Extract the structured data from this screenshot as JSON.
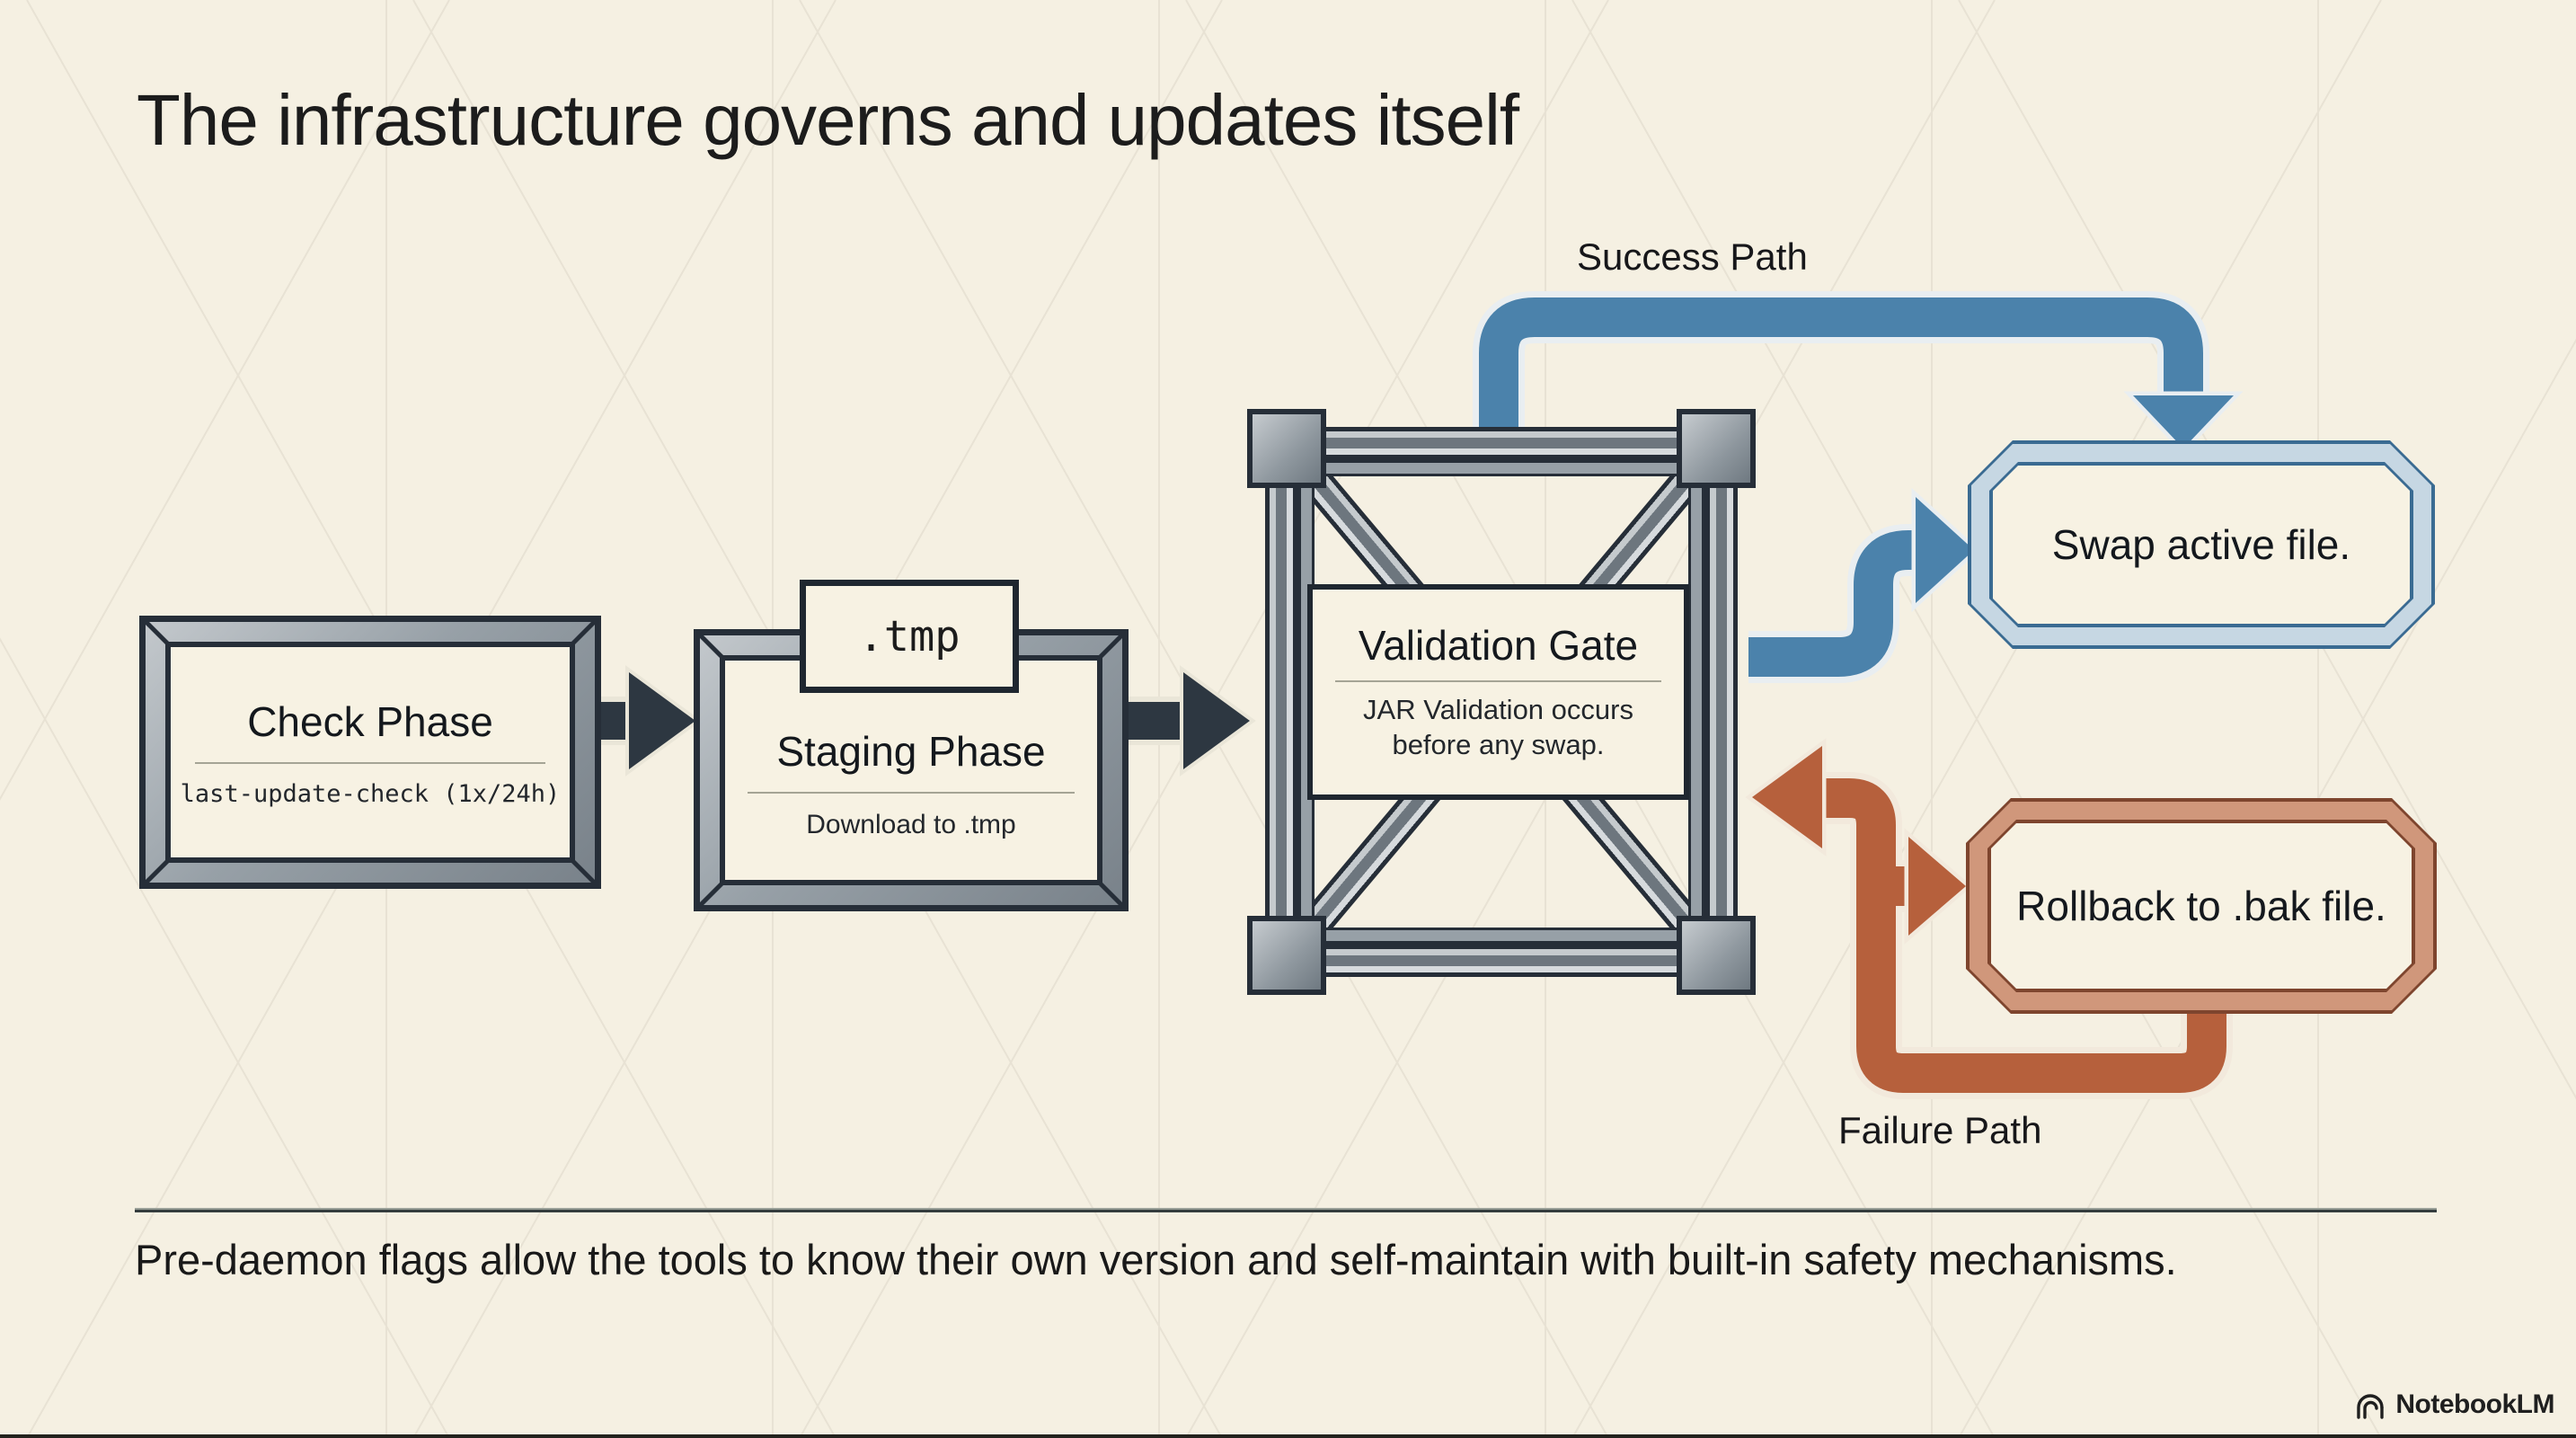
{
  "title": "The infrastructure governs and updates itself",
  "nodes": {
    "check": {
      "title": "Check Phase",
      "subtitle": "last-update-check (1x/24h)"
    },
    "staging": {
      "tab": ".tmp",
      "title": "Staging Phase",
      "subtitle": "Download to .tmp"
    },
    "gate": {
      "title": "Validation Gate",
      "description": "JAR Validation occurs before any swap."
    },
    "swap": {
      "label": "Swap active file."
    },
    "rollback": {
      "label": "Rollback to .bak file."
    }
  },
  "paths": {
    "success_label": "Success Path",
    "failure_label": "Failure Path"
  },
  "footer": {
    "text": "Pre-daemon flags allow the tools to know their own version and self-maintain with built-in safety mechanisms."
  },
  "brand": {
    "name": "NotebookLM"
  },
  "colors": {
    "background": "#f5f0e2",
    "panel": "#f7f2e3",
    "ink": "#1c1c1c",
    "success": "#4b82ab",
    "failure": "#b6603c",
    "steel_dark": "#262e38",
    "steel_mid": "#97a0a7",
    "swap_frame": "#c6d7e3",
    "swap_outline": "#3a6b92",
    "rollback_frame": "#d0977b",
    "rollback_outline": "#7e452e"
  }
}
